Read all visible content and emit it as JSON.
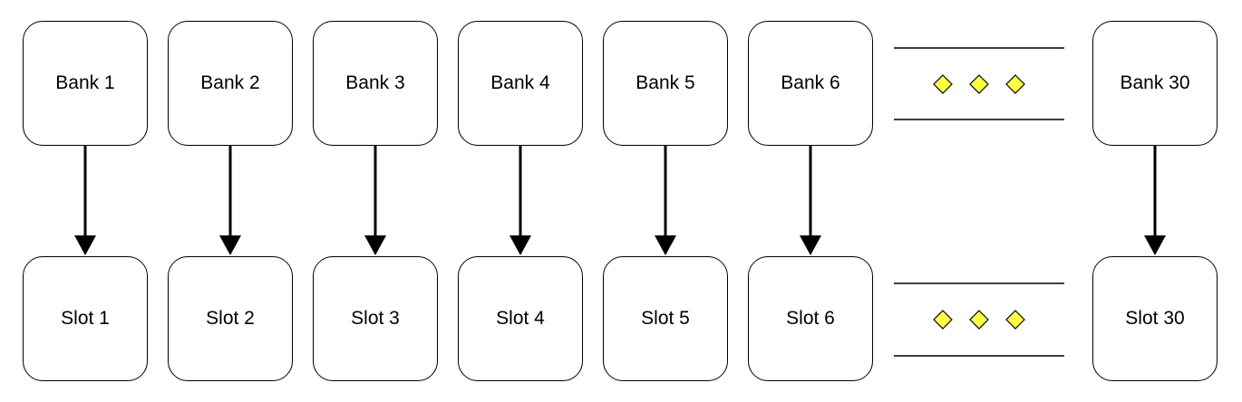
{
  "banks": [
    "Bank 1",
    "Bank 2",
    "Bank 3",
    "Bank 4",
    "Bank 5",
    "Bank 6",
    "Bank 30"
  ],
  "slots": [
    "Slot 1",
    "Slot 2",
    "Slot 3",
    "Slot 4",
    "Slot 5",
    "Slot 6",
    "Slot 30"
  ],
  "colors": {
    "stroke": "#000000",
    "ellipsis_fill": "#ffff44",
    "ellipsis_stroke": "#000000"
  }
}
